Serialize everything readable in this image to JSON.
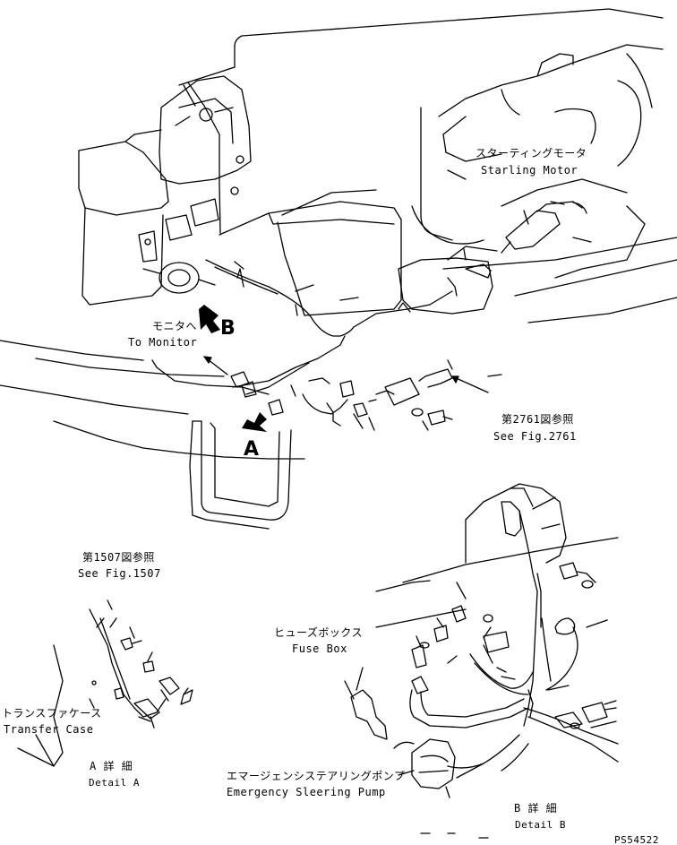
{
  "labels": {
    "starting_motor_jp": "スターティングモータ",
    "starting_motor_en": "Starling Motor",
    "to_monitor_jp": "モニタへ",
    "to_monitor_en": "To Monitor",
    "arrow_b": "B",
    "arrow_a": "A",
    "see_2761_jp": "第2761図参照",
    "see_2761_en": "See Fig.2761",
    "see_1507_jp": "第1507図参照",
    "see_1507_en": "See Fig.1507",
    "fuse_box_jp": "ヒューズボックス",
    "fuse_box_en": "Fuse Box",
    "transfer_case_jp": "トランスファケース",
    "transfer_case_en": "Transfer Case",
    "detail_a_jp": "A 詳 細",
    "detail_a_en": "Detail A",
    "emergency_pump_jp": "エマージェンシステアリングポンプ",
    "emergency_pump_en": "Emergency Sleering Pump",
    "detail_b_jp": "B 詳 細",
    "detail_b_en": "Detail B",
    "drawing_number": "PS54522"
  },
  "colors": {
    "ink": "#000000",
    "paper": "#ffffff"
  }
}
